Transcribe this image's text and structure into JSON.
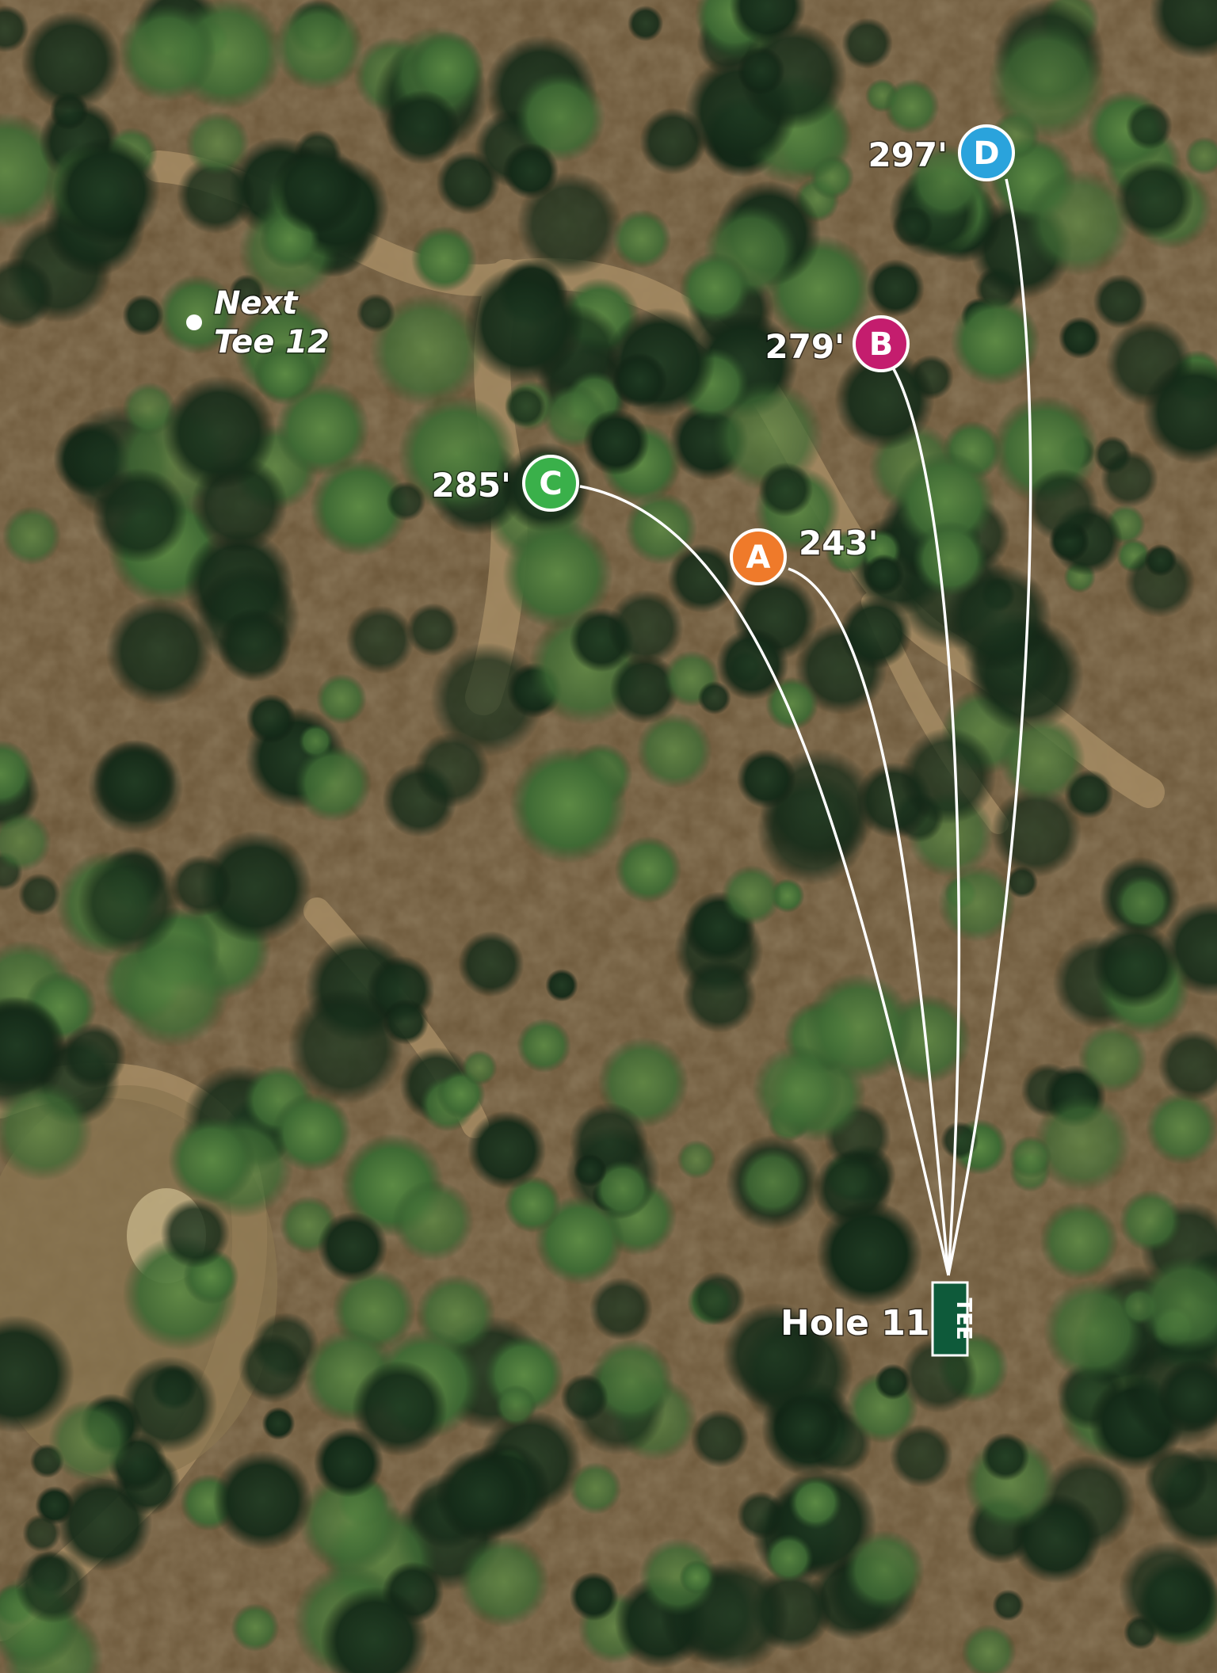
{
  "hole": {
    "label": "Hole 11",
    "tee_marker": "TEE",
    "tee_color": "#0e5a3a"
  },
  "next_tee": {
    "line1": "Next",
    "line2": "Tee 12"
  },
  "baskets": [
    {
      "letter": "A",
      "distance": "243'",
      "color": "#ef7a2a"
    },
    {
      "letter": "B",
      "distance": "279'",
      "color": "#c41d6e"
    },
    {
      "letter": "C",
      "distance": "285'",
      "color": "#3ab04a"
    },
    {
      "letter": "D",
      "distance": "297'",
      "color": "#2aa3dc"
    }
  ],
  "colors": {
    "line": "#ffffff",
    "badge_outline": "#ffffff"
  }
}
